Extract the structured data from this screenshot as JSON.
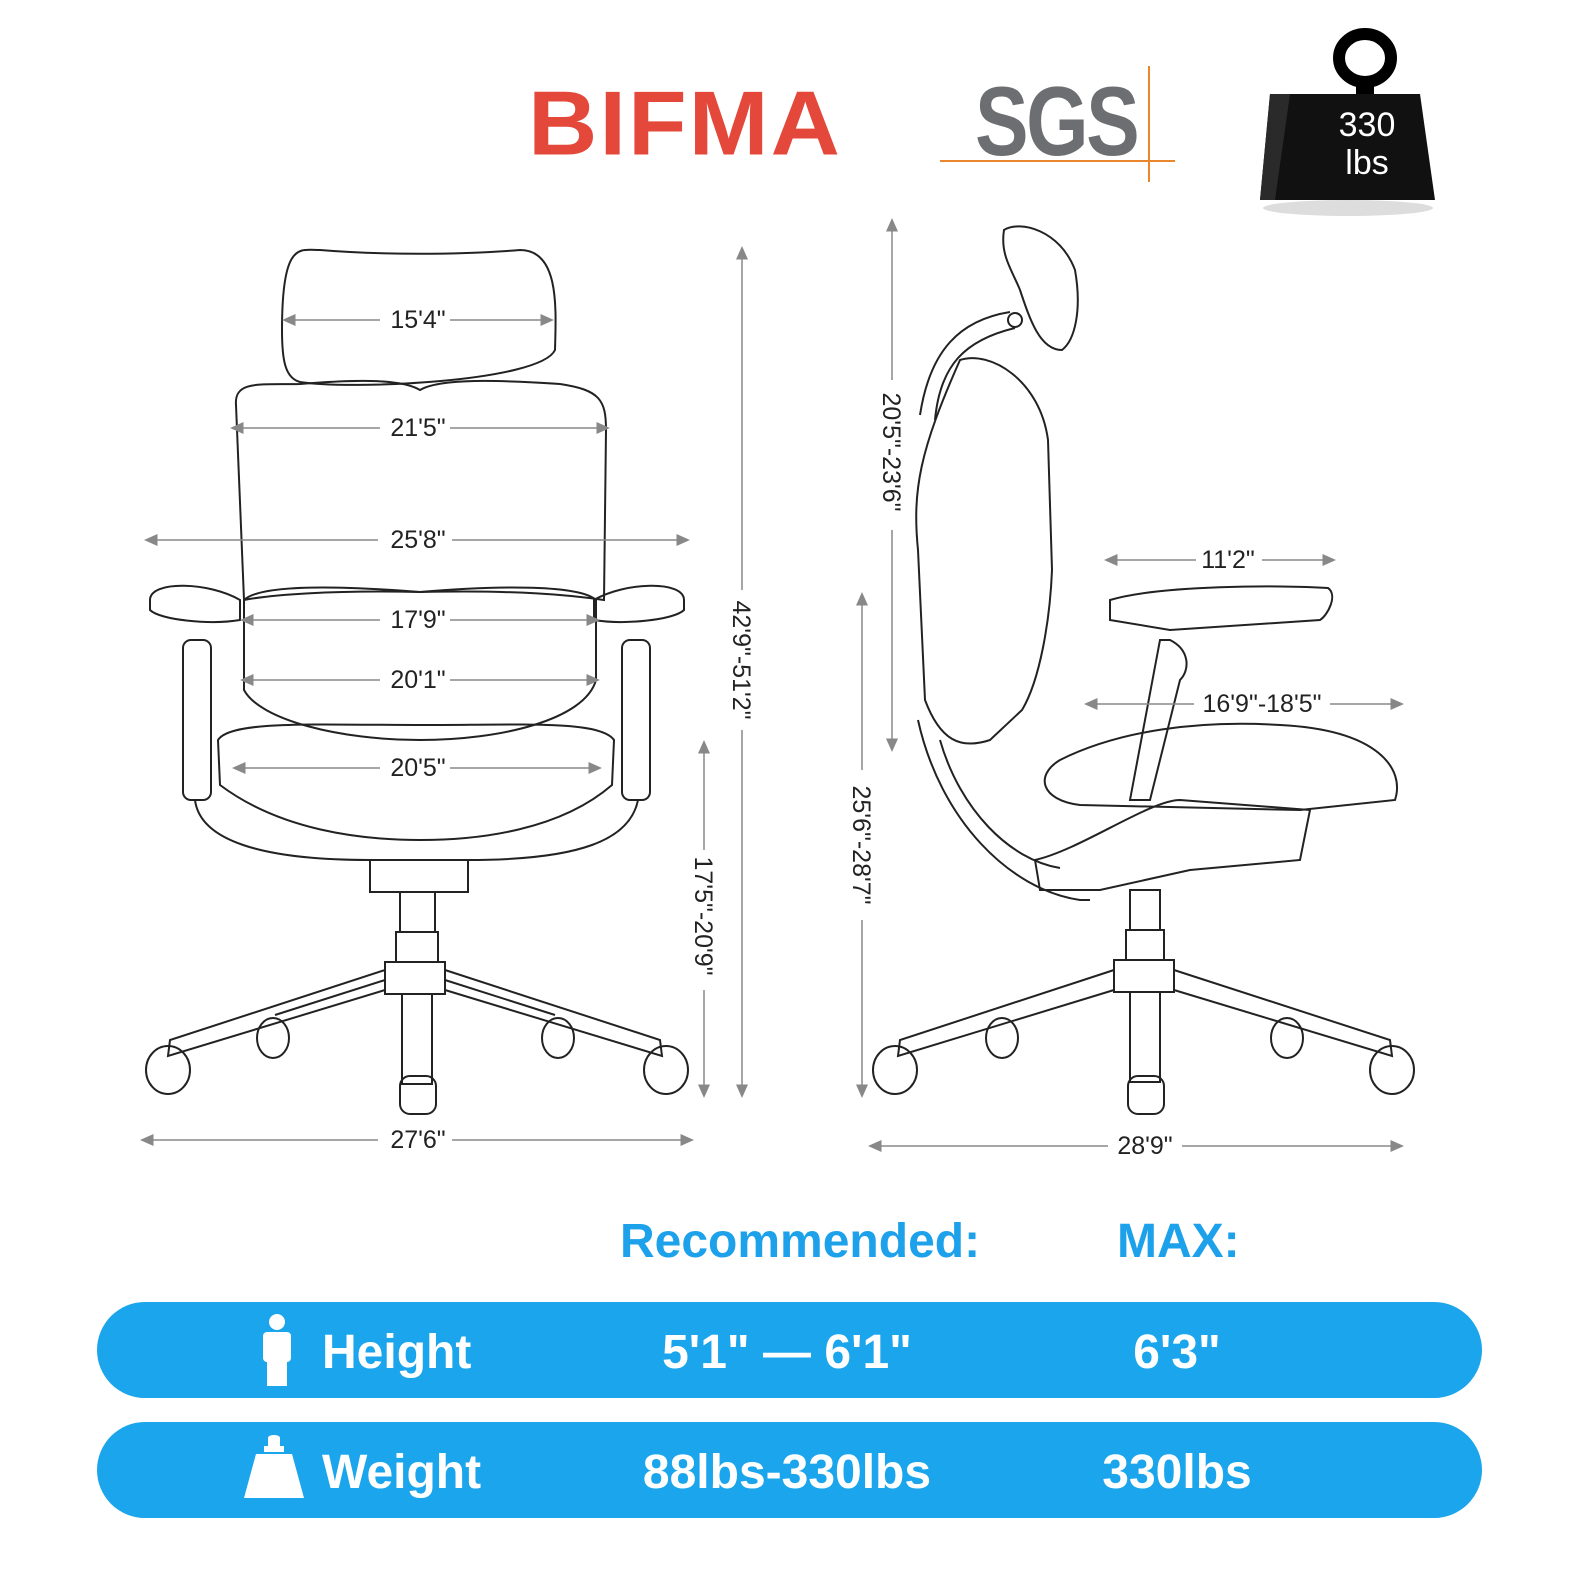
{
  "certifications": {
    "bifma": "BIFMA",
    "sgs": "SGS",
    "weight_badge": {
      "line1": "330",
      "line2": "lbs"
    }
  },
  "front_view": {
    "headrest_width": "15'4\"",
    "backrest_width": "21'5\"",
    "armrest_span": "25'8\"",
    "lumbar_width": "17'9\"",
    "lower_back_width": "20'1\"",
    "seat_width": "20'5\"",
    "total_height": "42'9\"-51'2\"",
    "seat_height": "17'5\"-20'9\"",
    "base_width": "27'6\""
  },
  "side_view": {
    "backrest_height": "20'5\"-23'6\"",
    "armrest_length": "11'2\"",
    "seat_depth": "16'9\"-18'5\"",
    "armrest_height": "25'6\"-28'7\"",
    "base_depth": "28'9\""
  },
  "specs": {
    "recommended_label": "Recommended:",
    "max_label": "MAX:",
    "rows": [
      {
        "icon": "person-icon",
        "label": "Height",
        "recommended": "5'1\" — 6'1\"",
        "max": "6'3\""
      },
      {
        "icon": "weight-bag-icon",
        "label": "Weight",
        "recommended": "88lbs-330lbs",
        "max": "330lbs"
      }
    ]
  },
  "colors": {
    "bifma_red": "#e4483a",
    "sgs_gray": "#6d6e71",
    "sgs_orange": "#e8872c",
    "accent_blue": "#1ba5ec"
  }
}
